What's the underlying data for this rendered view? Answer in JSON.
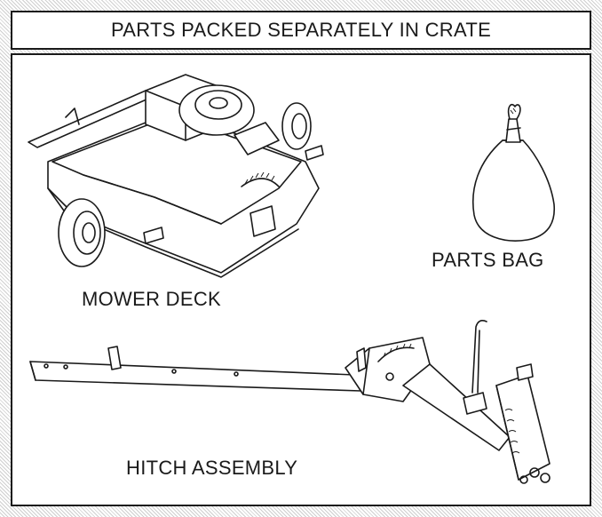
{
  "header": {
    "title": "PARTS PACKED SEPARATELY IN CRATE"
  },
  "parts": {
    "mower_deck": "MOWER DECK",
    "parts_bag": "PARTS BAG",
    "hitch_assembly": "HITCH ASSEMBLY"
  }
}
